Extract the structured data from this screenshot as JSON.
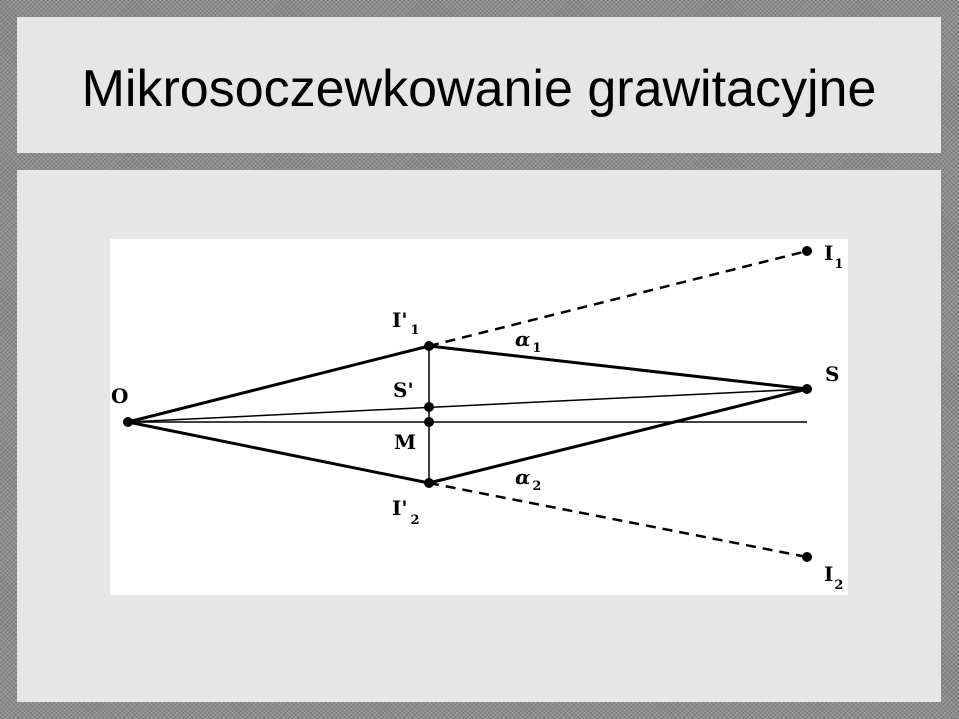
{
  "title": "Mikrosoczewkowanie grawitacyjne",
  "diagram": {
    "labels": {
      "observer": "O",
      "source": "S",
      "source_apparent": "S'",
      "lens": "M",
      "image1_main": "I'",
      "image1_sub": "1",
      "image2_main": "I'",
      "image2_sub": "2",
      "far_image1_main": "I",
      "far_image1_sub": "1",
      "far_image2_main": "I",
      "far_image2_sub": "2",
      "alpha1_main": "α",
      "alpha1_sub": "1",
      "alpha2_main": "α",
      "alpha2_sub": "2"
    }
  }
}
